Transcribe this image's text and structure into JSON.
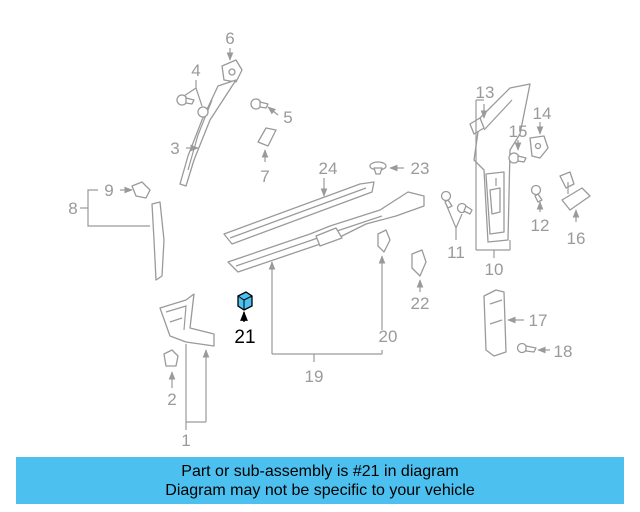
{
  "diagram": {
    "highlighted_part": "21",
    "highlight_color": "#4cc0ef",
    "line_color": "#9a9a9a",
    "labels": {
      "p1": "1",
      "p2": "2",
      "p3": "3",
      "p4": "4",
      "p5": "5",
      "p6": "6",
      "p7": "7",
      "p8": "8",
      "p9": "9",
      "p10": "10",
      "p11": "11",
      "p12": "12",
      "p13": "13",
      "p14": "14",
      "p15": "15",
      "p16": "16",
      "p17": "17",
      "p18": "18",
      "p19": "19",
      "p20": "20",
      "p21": "21",
      "p22": "22",
      "p23": "23",
      "p24": "24"
    }
  },
  "banner": {
    "line1": "Part or sub-assembly is #21 in diagram",
    "line2": "Diagram may not be specific to your vehicle",
    "background": "#4cc0ef"
  }
}
